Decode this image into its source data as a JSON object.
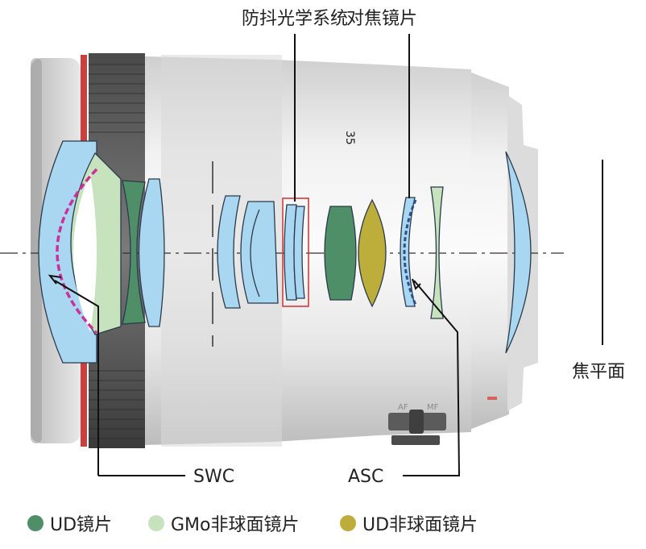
{
  "labels": {
    "stabilizer": "防抖光学系统",
    "focus_lens": "对焦镜片",
    "focal_plane": "焦平面",
    "swc": "SWC",
    "asc": "ASC"
  },
  "legend": [
    {
      "label": "UD镜片",
      "color": "#4e8f68"
    },
    {
      "label": "GMo非球面镜片",
      "color": "#c6e3bd"
    },
    {
      "label": "UD非球面镜片",
      "color": "#bdae3b"
    }
  ],
  "lens_body": {
    "markings": {
      "focal_mark": "35",
      "af": "AF",
      "mf": "MF"
    }
  },
  "colors": {
    "standard_glass": "#a9d7f2",
    "ud_glass": "#4e8f68",
    "gmo_aspheric": "#c6e3bd",
    "ud_aspheric": "#bdae3b",
    "swc_coating": "#cc2f9a",
    "asc_coating": "#2b4f8f",
    "stabilizer_frame": "#d43a3a",
    "red_ring": "#c94040"
  }
}
